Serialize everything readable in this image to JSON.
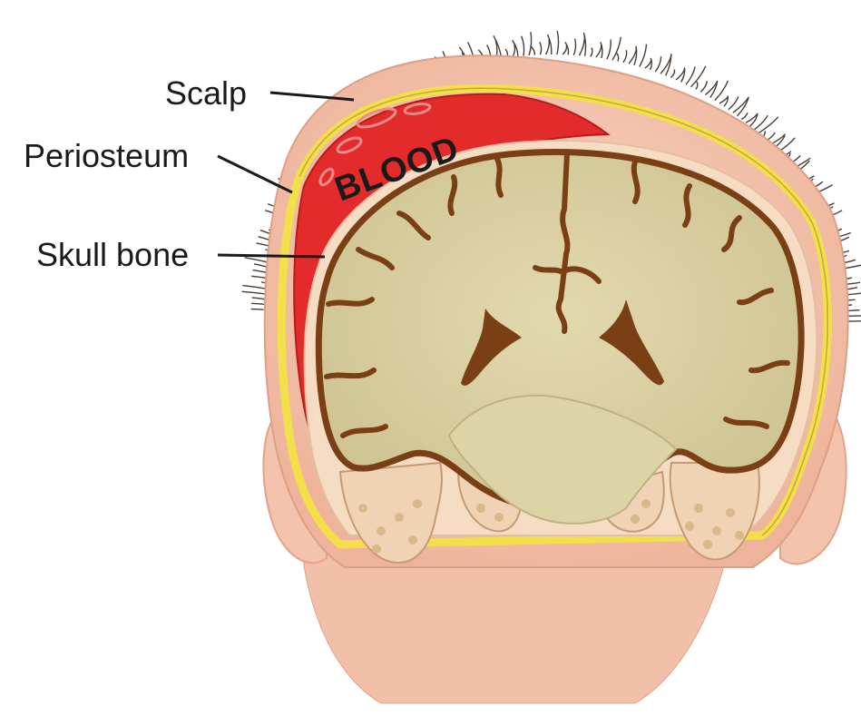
{
  "labels": {
    "scalp": "Scalp",
    "periosteum": "Periosteum",
    "skull_bone": "Skull bone",
    "blood": "BLOOD"
  },
  "colors": {
    "skin": "#f4c3ad",
    "skin_shadow": "#e8a98f",
    "blood": "#e32b2b",
    "periosteum": "#f2df4a",
    "bone": "#f7dcc4",
    "brain": "#d8ce9f",
    "sulci": "#7a3f14",
    "marrow": "#d9b98a",
    "hair": "#4a3d33"
  }
}
